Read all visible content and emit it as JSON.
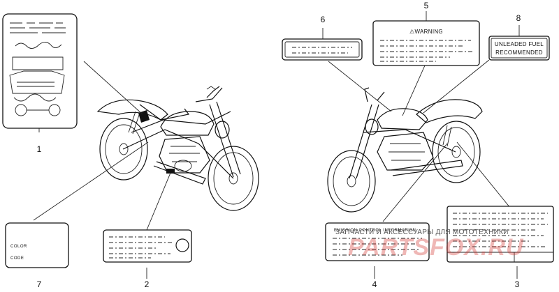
{
  "callouts": [
    {
      "num": "1"
    },
    {
      "num": "2"
    },
    {
      "num": "3"
    },
    {
      "num": "4"
    },
    {
      "num": "5"
    },
    {
      "num": "6"
    },
    {
      "num": "7"
    },
    {
      "num": "8"
    }
  ],
  "labels": {
    "warning": "⚠WARNING",
    "unleaded_line1": "UNLEADED FUEL",
    "unleaded_line2": "RECOMMENDED",
    "color_label": "COLOR",
    "code_label": "CODE",
    "emission_title": "EMISSION CONTROL INFORMATION"
  },
  "watermark": {
    "text": "ЗАПЧАСТИ И АКСЕССУАРЫ ДЛЯ МОТОТЕХНИКИ",
    "logo": "PARTSFOX.RU"
  }
}
